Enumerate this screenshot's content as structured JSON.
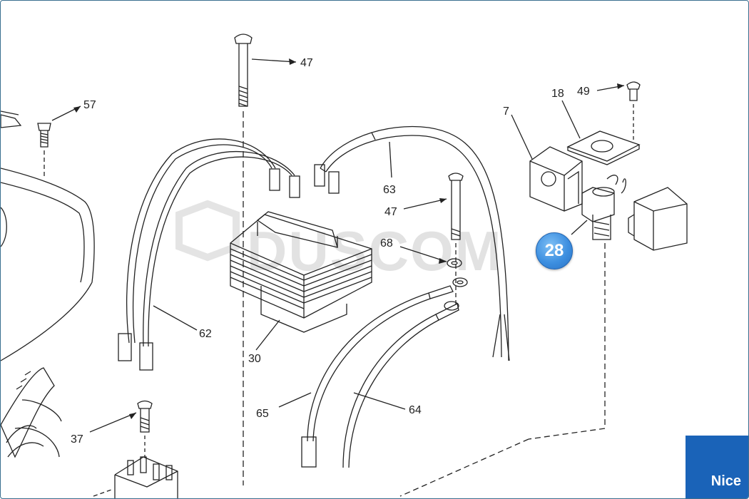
{
  "watermark": "DUSCOM",
  "brand": "Nice",
  "highlight_badge": "28",
  "part_labels": {
    "p47a": "47",
    "p57": "57",
    "p49": "49",
    "p18": "18",
    "p7": "7",
    "p63": "63",
    "p47b": "47",
    "p68": "68",
    "p62": "62",
    "p30": "30",
    "p65": "65",
    "p64": "64",
    "p37": "37"
  }
}
